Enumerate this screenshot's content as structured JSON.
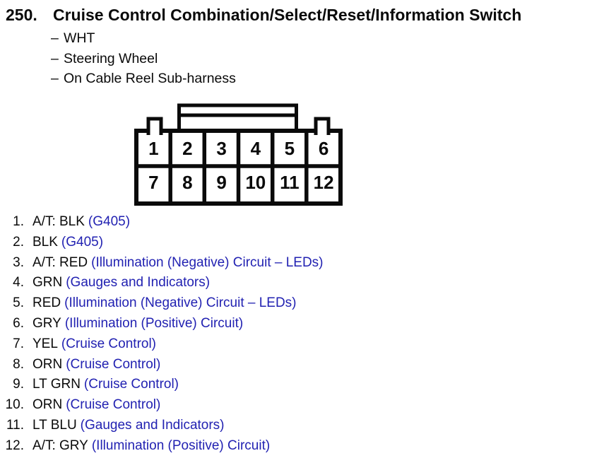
{
  "header": {
    "item_number": "250.",
    "title": "Cruise Control Combination/Select/Reset/Information Switch"
  },
  "dash": "–",
  "attributes": [
    "WHT",
    "Steering Wheel",
    "On Cable Reel Sub-harness"
  ],
  "connector": {
    "pins_row1": [
      "1",
      "2",
      "3",
      "4",
      "5",
      "6"
    ],
    "pins_row2": [
      "7",
      "8",
      "9",
      "10",
      "11",
      "12"
    ]
  },
  "pin_list": [
    {
      "num": "1.",
      "wire": "A/T: BLK",
      "circuit": "(G405)"
    },
    {
      "num": "2.",
      "wire": "BLK",
      "circuit": "(G405)"
    },
    {
      "num": "3.",
      "wire": "A/T: RED",
      "circuit": "(Illumination (Negative) Circuit – LEDs)"
    },
    {
      "num": "4.",
      "wire": "GRN",
      "circuit": "(Gauges and Indicators)"
    },
    {
      "num": "5.",
      "wire": "RED",
      "circuit": "(Illumination (Negative) Circuit – LEDs)"
    },
    {
      "num": "6.",
      "wire": "GRY",
      "circuit": "(Illumination (Positive) Circuit)"
    },
    {
      "num": "7.",
      "wire": "YEL",
      "circuit": "(Cruise Control)"
    },
    {
      "num": "8.",
      "wire": "ORN",
      "circuit": "(Cruise Control)"
    },
    {
      "num": "9.",
      "wire": "LT GRN",
      "circuit": "(Cruise Control)"
    },
    {
      "num": "10.",
      "wire": "ORN",
      "circuit": "(Cruise Control)"
    },
    {
      "num": "11.",
      "wire": "LT BLU",
      "circuit": "(Gauges and Indicators)"
    },
    {
      "num": "12.",
      "wire": "A/T: GRY",
      "circuit": "(Illumination (Positive) Circuit)"
    }
  ],
  "colors": {
    "circuit_blue": "#2222b2",
    "ink_black": "#0a0a0a"
  }
}
